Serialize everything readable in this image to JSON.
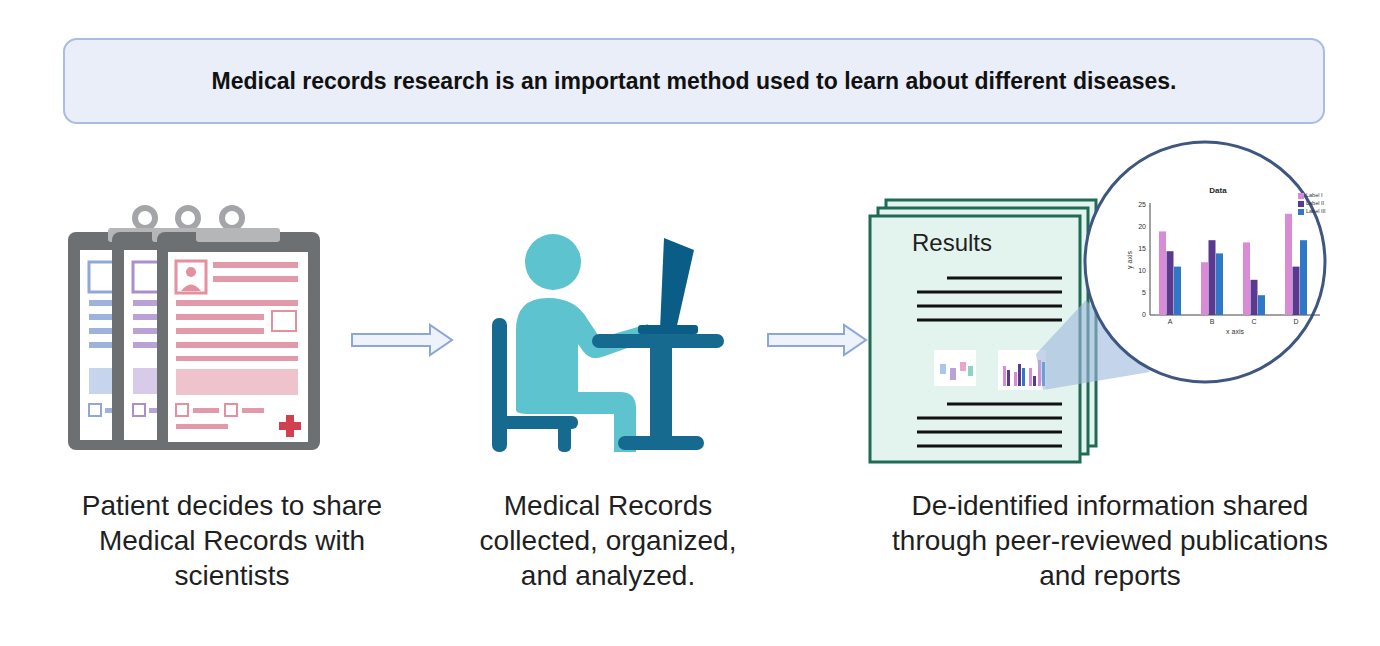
{
  "diagram": {
    "title": "Medical records research is an important method used to learn about different diseases.",
    "nodes": [
      {
        "text": [
          "Patient decides to share Medical Records with scientists"
        ]
      },
      {
        "text": [
          "Medical Records collected, organized, and analyzed."
        ]
      },
      {
        "text": [
          "Results",
          "De-identified information shared through peer-reviewed publications and reports"
        ]
      },
      {
        "text": [
          "Data"
        ]
      }
    ],
    "edges": [
      {
        "from": 0,
        "to": 1,
        "arrow": "to"
      },
      {
        "from": 1,
        "to": 2,
        "arrow": "to"
      }
    ],
    "labels": [
      "25",
      "20",
      "15",
      "10",
      "5",
      "0",
      "A",
      "B",
      "C",
      "D",
      "x axis",
      "y axis"
    ],
    "legend": [
      {
        "text": "Label I",
        "color": "#d98bd6"
      },
      {
        "text": "Label II",
        "color": "#5a3a90"
      },
      {
        "text": "Label III",
        "color": "#2f78c8"
      }
    ]
  }
}
